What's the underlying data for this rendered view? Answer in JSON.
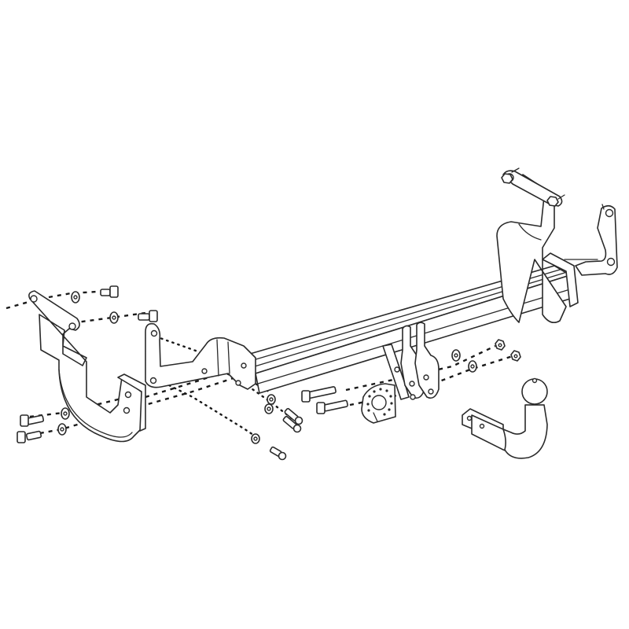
{
  "diagram": {
    "title": "",
    "type": "exploded-view assembly drawing",
    "background": "#ffffff",
    "line_color": "#2a2a2a",
    "components": [
      {
        "id": "crossbar",
        "label": "main cross bar (square tube)"
      },
      {
        "id": "left-bracket",
        "label": "left side mounting bracket"
      },
      {
        "id": "left-inner-plate",
        "label": "left inner mounting plate"
      },
      {
        "id": "right-bracket",
        "label": "right side mounting bracket"
      },
      {
        "id": "right-rear-plate",
        "label": "right rear mounting plate"
      },
      {
        "id": "center-lugs",
        "label": "center tow ball mounting lugs"
      },
      {
        "id": "socket-plate",
        "label": "electrical socket plate"
      },
      {
        "id": "tow-ball-neck",
        "label": "detachable tow ball neck"
      },
      {
        "id": "bolts",
        "label": "bolts",
        "count": 11
      },
      {
        "id": "washers",
        "label": "washers",
        "count": 9
      },
      {
        "id": "nuts",
        "label": "nuts",
        "count": 4
      }
    ]
  }
}
